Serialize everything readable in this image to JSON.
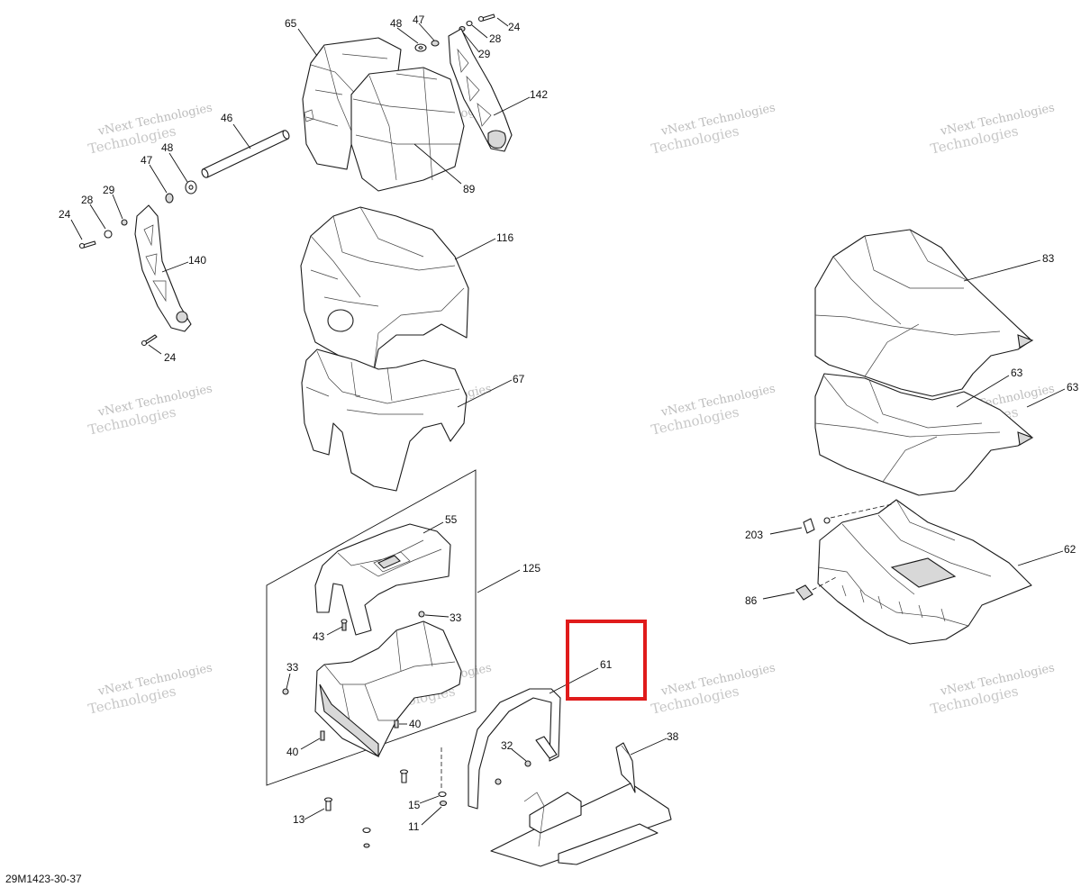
{
  "diagram": {
    "document_id": "29M1423-30-37",
    "watermark": {
      "line1": "vNext Technologies",
      "line2": "Technologies"
    },
    "callouts": {
      "c65": "65",
      "c48a": "48",
      "c47a": "47",
      "c24a": "24",
      "c28a": "28",
      "c29a": "29",
      "c142": "142",
      "c46": "46",
      "c89": "89",
      "c48b": "48",
      "c47b": "47",
      "c29b": "29",
      "c28b": "28",
      "c24b": "24",
      "c140": "140",
      "c24c": "24",
      "c116": "116",
      "c67": "67",
      "c83": "83",
      "c63a": "63",
      "c63b": "63",
      "c203": "203",
      "c62": "62",
      "c86": "86",
      "c55": "55",
      "c125": "125",
      "c33a": "33",
      "c43": "43",
      "c33b": "33",
      "c40a": "40",
      "c40b": "40",
      "c61": "61",
      "c38": "38",
      "c32": "32",
      "c13": "13",
      "c15": "15",
      "c11": "11"
    },
    "highlight": {
      "label": "61",
      "color": "#e01b1b"
    }
  }
}
